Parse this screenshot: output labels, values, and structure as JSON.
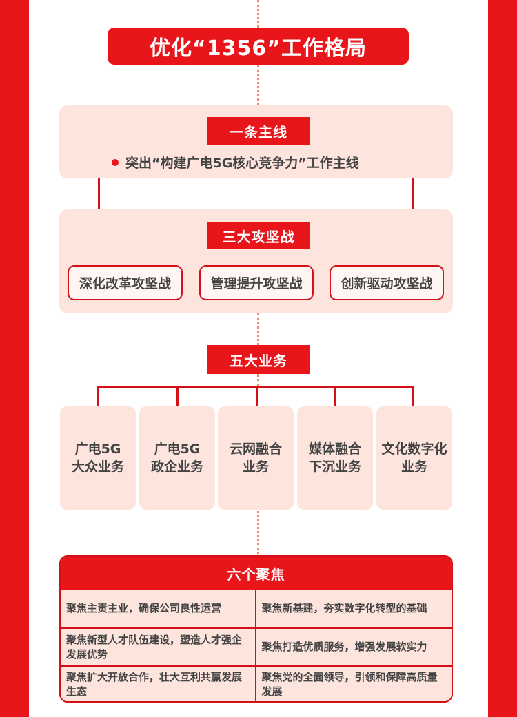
{
  "title": "优化“1356”工作格局",
  "one_line": {
    "label": "一条主线",
    "text": "突出“构建广电5G核心竞争力”工作主线"
  },
  "three_battles": {
    "label": "三大攻坚战",
    "items": [
      "深化改革攻坚战",
      "管理提升攻坚战",
      "创新驱动攻坚战"
    ]
  },
  "five_businesses": {
    "label": "五大业务",
    "items": [
      {
        "line1": "广电5G",
        "line2": "大众业务"
      },
      {
        "line1": "广电5G",
        "line2": "政企业务"
      },
      {
        "line1": "云网融合",
        "line2": "业务"
      },
      {
        "line1": "媒体融合",
        "line2": "下沉业务"
      },
      {
        "line1": "文化数字化",
        "line2": "业务"
      }
    ]
  },
  "six_focuses": {
    "label": "六个聚焦",
    "items": [
      "聚焦主责主业，确保公司良性运营",
      "聚焦新基建，夯实数字化转型的基础",
      "聚焦新型人才队伍建设，塑造人才强企发展优势",
      "聚焦打造优质服务，增强发展软实力",
      "聚焦扩大开放合作，壮大互利共赢发展生态",
      "聚焦党的全面领导，引领和保障高质量发展"
    ]
  },
  "colors": {
    "accent": "#e8161b",
    "panel": "#fde5de",
    "dots": "#f28a6a"
  }
}
